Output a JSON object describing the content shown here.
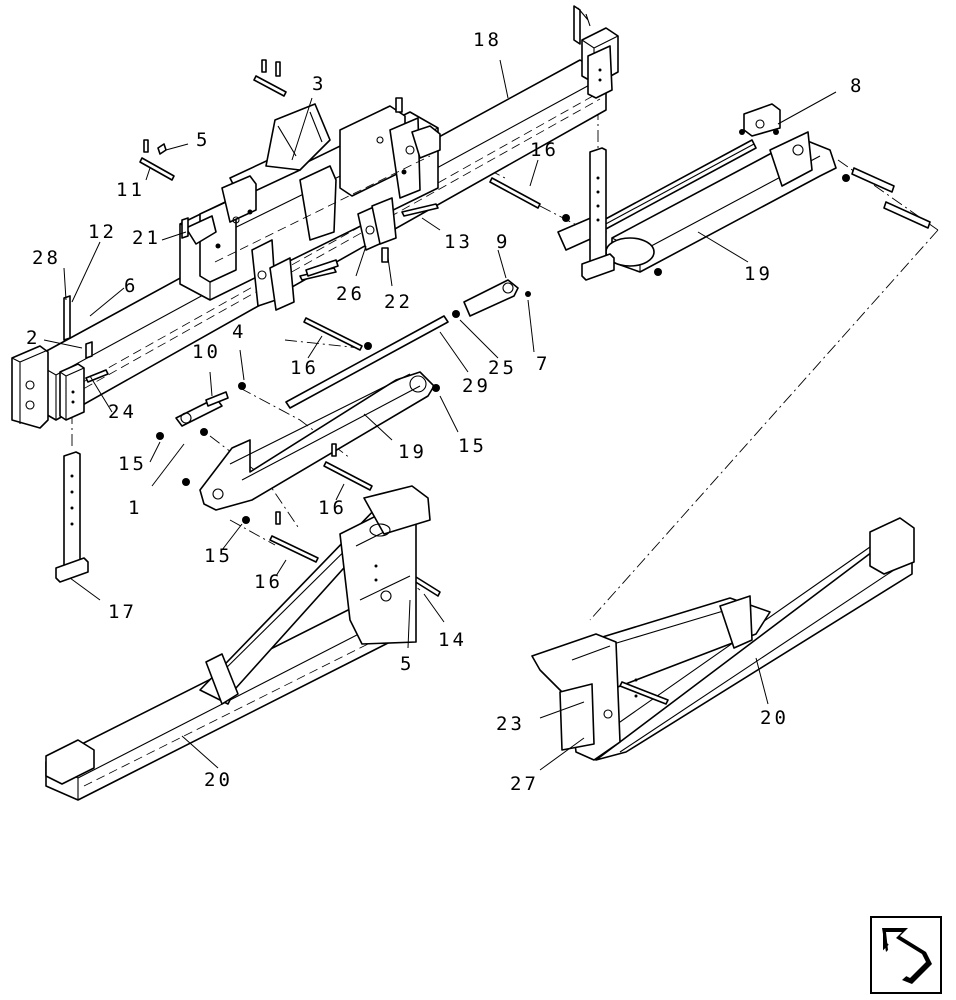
{
  "diagram": {
    "callouts": [
      {
        "id": "c18a",
        "text": "18"
      },
      {
        "id": "c3",
        "text": "3"
      },
      {
        "id": "c8",
        "text": "8"
      },
      {
        "id": "c5a",
        "text": "5"
      },
      {
        "id": "c16a",
        "text": "16"
      },
      {
        "id": "c11",
        "text": "11"
      },
      {
        "id": "c12",
        "text": "12"
      },
      {
        "id": "c21",
        "text": "21"
      },
      {
        "id": "c28",
        "text": "28"
      },
      {
        "id": "c6",
        "text": "6"
      },
      {
        "id": "c13",
        "text": "13"
      },
      {
        "id": "c9",
        "text": "9"
      },
      {
        "id": "c26",
        "text": "26"
      },
      {
        "id": "c22",
        "text": "22"
      },
      {
        "id": "c19a",
        "text": "19"
      },
      {
        "id": "c2",
        "text": "2"
      },
      {
        "id": "c4",
        "text": "4"
      },
      {
        "id": "c10",
        "text": "10"
      },
      {
        "id": "c16b",
        "text": "16"
      },
      {
        "id": "c29",
        "text": "29"
      },
      {
        "id": "c25",
        "text": "25"
      },
      {
        "id": "c7",
        "text": "7"
      },
      {
        "id": "c24",
        "text": "24"
      },
      {
        "id": "c15a",
        "text": "15"
      },
      {
        "id": "c19b",
        "text": "19"
      },
      {
        "id": "c15b",
        "text": "15"
      },
      {
        "id": "c1",
        "text": "1"
      },
      {
        "id": "c16c",
        "text": "16"
      },
      {
        "id": "c15c",
        "text": "15"
      },
      {
        "id": "c16d",
        "text": "16"
      },
      {
        "id": "c17",
        "text": "17"
      },
      {
        "id": "c14",
        "text": "14"
      },
      {
        "id": "c5b",
        "text": "5"
      },
      {
        "id": "c20a",
        "text": "20"
      },
      {
        "id": "c23",
        "text": "23"
      },
      {
        "id": "c20b",
        "text": "20"
      },
      {
        "id": "c27",
        "text": "27"
      }
    ]
  },
  "nav": {
    "icon": "previous-page-arrow-icon"
  }
}
